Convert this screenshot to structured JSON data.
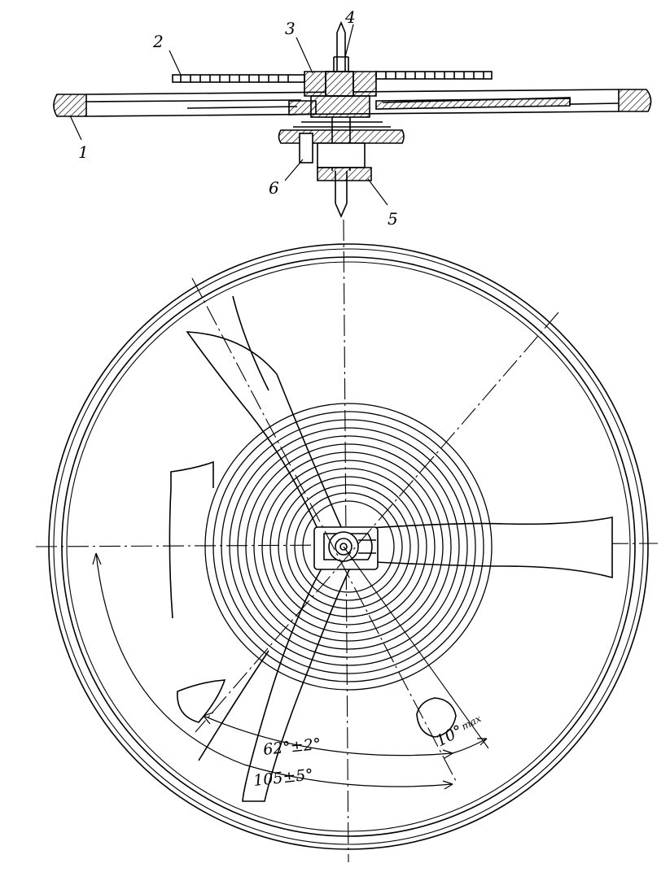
{
  "colors": {
    "ink": "#000000",
    "paper": "#ffffff"
  },
  "part_labels": {
    "p1": "1",
    "p2": "2",
    "p3": "3",
    "p4": "4",
    "p5": "5",
    "p6": "6"
  },
  "dimensions": {
    "angle_62": "62°±2°",
    "angle_105": "105±5°",
    "max_10": "10°",
    "max_10_sub": "max"
  }
}
